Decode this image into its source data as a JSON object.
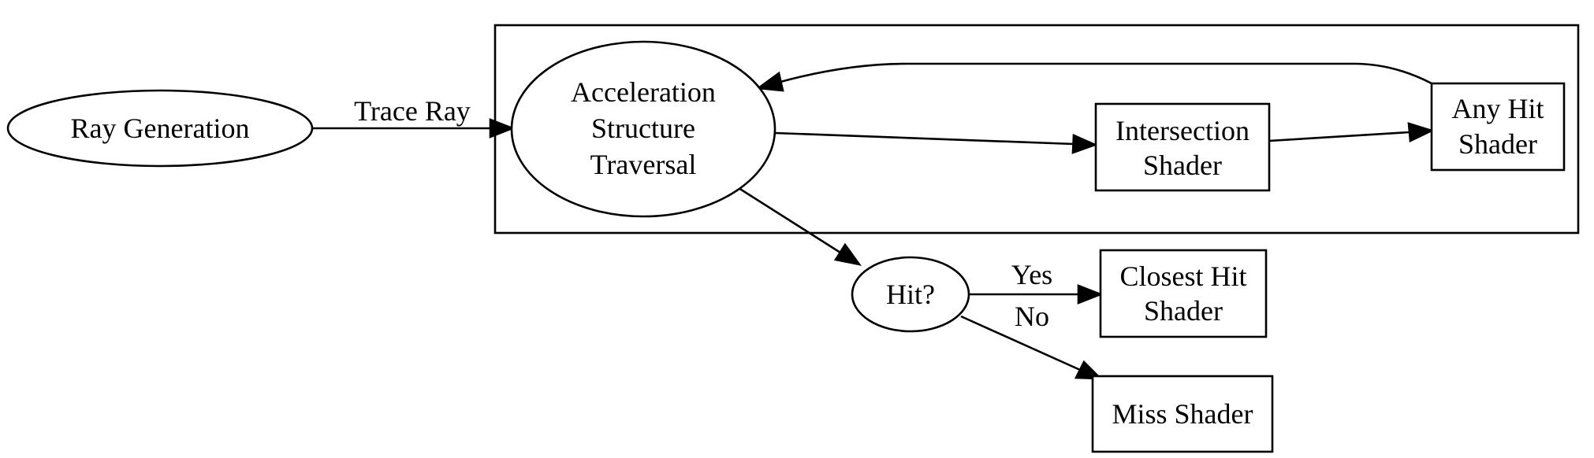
{
  "nodes": {
    "ray_generation": {
      "label": "Ray Generation"
    },
    "acceleration": {
      "lines": [
        "Acceleration",
        "Structure",
        "Traversal"
      ]
    },
    "intersection": {
      "lines": [
        "Intersection",
        "Shader"
      ]
    },
    "any_hit": {
      "lines": [
        "Any Hit",
        "Shader"
      ]
    },
    "hit": {
      "label": "Hit?"
    },
    "closest_hit": {
      "lines": [
        "Closest Hit",
        "Shader"
      ]
    },
    "miss": {
      "label": "Miss Shader"
    }
  },
  "edges": {
    "trace_ray": {
      "label": "Trace Ray"
    },
    "yes": {
      "label": "Yes"
    },
    "no": {
      "label": "No"
    }
  },
  "colors": {
    "stroke": "#000000",
    "background": "#ffffff"
  }
}
